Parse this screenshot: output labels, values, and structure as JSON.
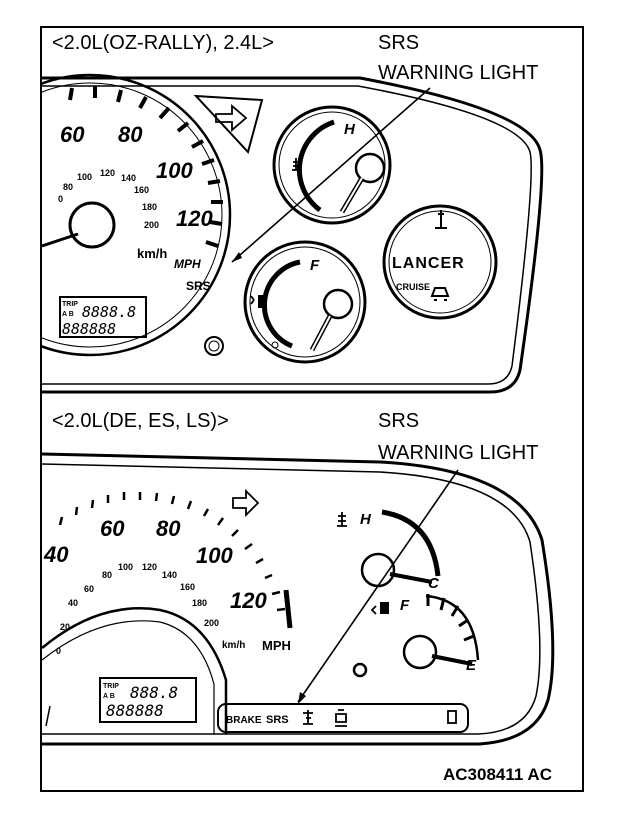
{
  "top_panel": {
    "variant": "<2.0L(OZ-RALLY), 2.4L>",
    "callout_line1": "SRS",
    "callout_line2": "WARNING LIGHT",
    "speedo_major": [
      "60",
      "80",
      "100",
      "120"
    ],
    "speedo_minor": [
      "80",
      "100",
      "120",
      "140",
      "160",
      "180",
      "200"
    ],
    "speedo_zero": "0",
    "unit_kmh": "km/h",
    "unit_mph": "MPH",
    "srs": "SRS",
    "trip": "TRIP",
    "trip_ab": "A B",
    "trip_digits": "8888.8",
    "odo_digits": "888888",
    "temp_h": "H",
    "fuel_f": "F",
    "brand": "LANCER",
    "cruise": "CRUISE"
  },
  "bottom_panel": {
    "variant": "<2.0L(DE, ES, LS)>",
    "callout_line1": "SRS",
    "callout_line2": "WARNING LIGHT",
    "speedo_left_major": "40",
    "speedo_major": [
      "60",
      "80",
      "100",
      "120"
    ],
    "speedo_minor": [
      "60",
      "80",
      "100",
      "120",
      "140",
      "160",
      "180",
      "200"
    ],
    "speedo_low": [
      "40",
      "20",
      "0"
    ],
    "unit_kmh": "km/h",
    "unit_mph": "MPH",
    "trip": "TRIP",
    "trip_ab": "A B",
    "trip_digits": "888.8",
    "odo_digits": "888888",
    "temp_h": "H",
    "temp_c": "C",
    "fuel_f": "F",
    "fuel_e": "E",
    "brake": "BRAKE",
    "srs": "SRS"
  },
  "figure_code": "AC308411 AC"
}
